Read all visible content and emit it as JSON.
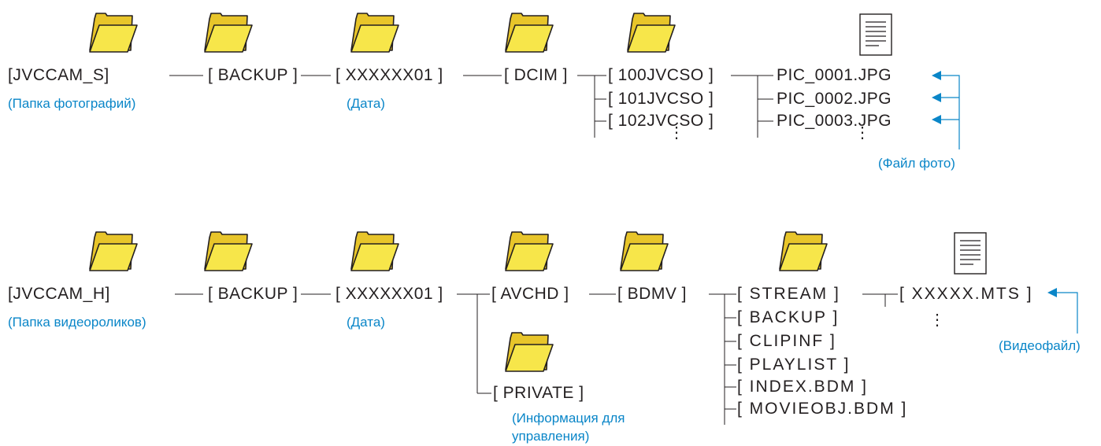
{
  "photo": {
    "root_label": "[JVCCAM_S]",
    "root_caption": "(Папка фотографий)",
    "backup_label": "[ BACKUP ]",
    "date_folder_label": "[ XXXXXX01 ]",
    "date_caption": "(Дата)",
    "dcim_label": "[ DCIM ]",
    "subfolders": [
      "[ 100JVCSO ]",
      "[ 101JVCSO ]",
      "[ 102JVCSO ]"
    ],
    "files": [
      "PIC_0001.JPG",
      "PIC_0002.JPG",
      "PIC_0003.JPG"
    ],
    "files_caption": "(Файл фото)",
    "ellipsis": "⋮"
  },
  "video": {
    "root_label": "[JVCCAM_H]",
    "root_caption": "(Папка видеороликов)",
    "backup_label": "[ BACKUP ]",
    "date_folder_label": "[ XXXXXX01 ]",
    "date_caption": "(Дата)",
    "avchd_label": "[ AVCHD ]",
    "bdmv_label": "[ BDMV ]",
    "private_label": "[ PRIVATE ]",
    "private_caption": "(Информация для управления)",
    "bdmv_children": [
      "[ STREAM ]",
      "[ BACKUP ]",
      "[ CLIPINF ]",
      "[ PLAYLIST ]",
      "[ INDEX.BDM ]",
      "[ MOVIEOBJ.BDM ]"
    ],
    "file_label": "[ XXXXX.MTS ]",
    "file_caption": "(Видеофайл)",
    "ellipsis": "⋮"
  },
  "colors": {
    "text": "#231f20",
    "caption": "#0a86c8",
    "folder_fill": "#f7e64a",
    "folder_back": "#e8c52a",
    "folder_outline": "#231f20"
  },
  "icons": {
    "folder": "folder-icon",
    "file": "document-icon",
    "arrow": "arrow-left-icon"
  }
}
